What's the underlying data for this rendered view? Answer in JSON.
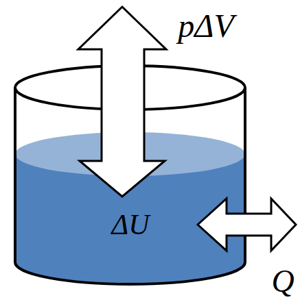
{
  "diagram": {
    "nodes": [
      {
        "text": [
          "ΔU"
        ]
      }
    ],
    "labels": [
      "pΔV",
      "Q"
    ]
  }
}
